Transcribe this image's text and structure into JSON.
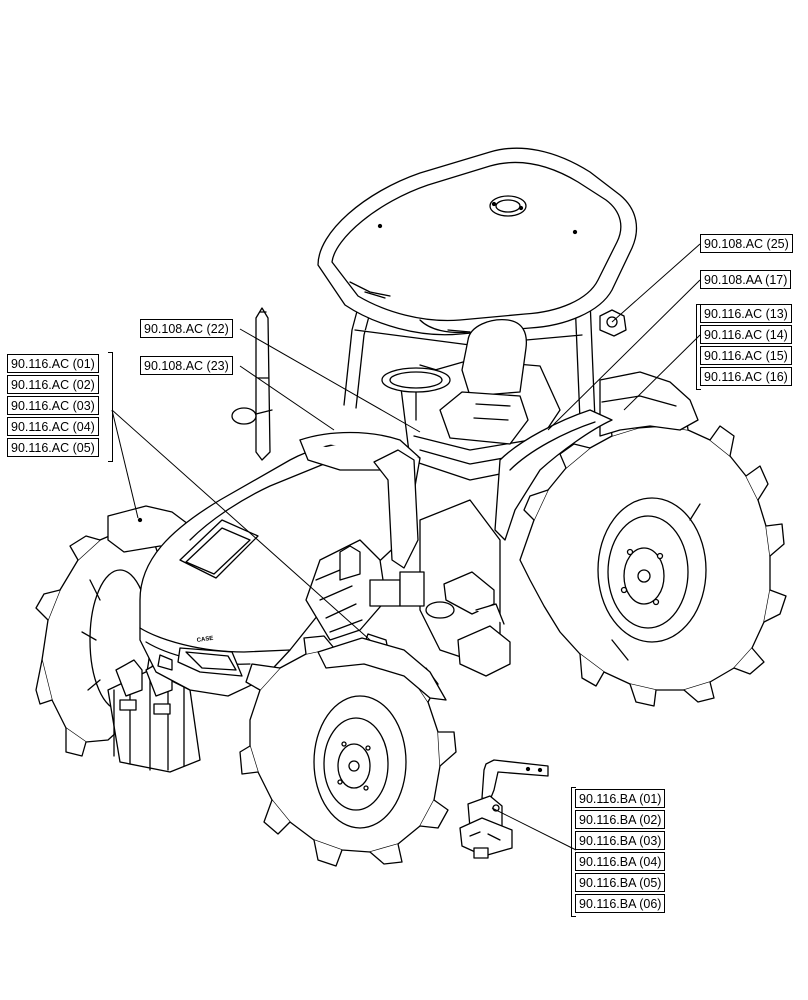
{
  "callouts": {
    "ac25": "90.108.AC (25)",
    "aa17": "90.108.AA (17)",
    "ac22": "90.108.AC (22)",
    "ac23": "90.108.AC (23)",
    "right_group": [
      "90.116.AC (13)",
      "90.116.AC (14)",
      "90.116.AC (15)",
      "90.116.AC (16)"
    ],
    "left_group": [
      "90.116.AC (01)",
      "90.116.AC (02)",
      "90.116.AC (03)",
      "90.116.AC (04)",
      "90.116.AC (05)"
    ],
    "ba_group": [
      "90.116.BA (01)",
      "90.116.BA (02)",
      "90.116.BA (03)",
      "90.116.BA (04)",
      "90.116.BA (05)",
      "90.116.BA (06)"
    ]
  },
  "decals": {
    "hood_logo": "CASE"
  }
}
